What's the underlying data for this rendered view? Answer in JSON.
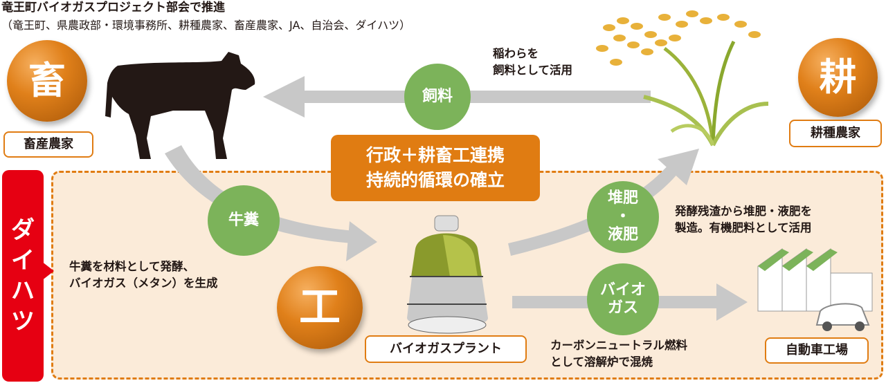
{
  "header": {
    "title": "竜王町バイオガスプロジェクト部会で推進",
    "members": "（竜王町、県農政部・環境事務所、耕種農家、畜産農家、JA、自治会、ダイハツ）"
  },
  "livestock": {
    "symbol": "畜",
    "label": "畜産農家"
  },
  "crop": {
    "symbol": "耕",
    "label": "耕種農家"
  },
  "industry": {
    "symbol": "工",
    "label": "バイオガスプラント"
  },
  "daihatsu": {
    "label": "ダイハツ",
    "note_line1": "牛糞を材料として発酵、",
    "note_line2": "バイオガス（メタン）を生成"
  },
  "government": {
    "line1": "行政＋耕畜工連携",
    "line2": "持続的循環の確立"
  },
  "flows": {
    "feed": {
      "label": "飼料",
      "note_line1": "稲わらを",
      "note_line2": "飼料として活用"
    },
    "manure": {
      "label": "牛糞"
    },
    "fertilizer": {
      "line1": "堆肥",
      "line2": "・",
      "line3": "液肥",
      "note_line1": "発酵残渣から堆肥・液肥を",
      "note_line2": "製造。有機肥料として活用"
    },
    "biogas": {
      "line1": "バイオ",
      "line2": "ガス",
      "note_line1": "カーボンニュートラル燃料",
      "note_line2": "として溶解炉で混焼"
    }
  },
  "factory": {
    "label": "自動車工場"
  },
  "colors": {
    "orange": "#e07c12",
    "green": "#7cb35a",
    "red": "#e60012",
    "zone": "#fbebd9",
    "arrow": "#c8c8c8"
  }
}
